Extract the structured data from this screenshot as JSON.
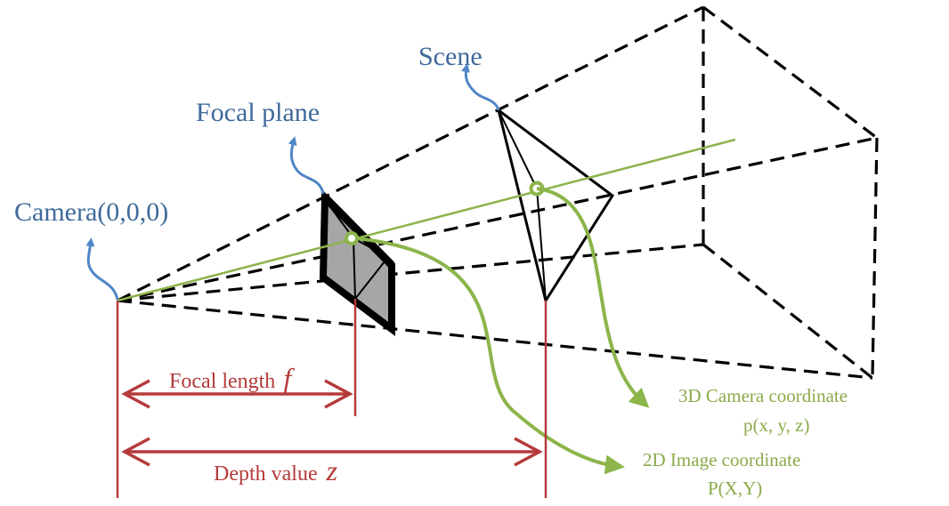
{
  "labels": {
    "camera": "Camera(0,0,0)",
    "focal_plane": "Focal plane",
    "scene": "Scene",
    "focal_length_text": "Focal length",
    "focal_length_symbol": "f",
    "depth_text": "Depth value",
    "depth_symbol": "z",
    "camera_coord_title": "3D Camera coordinate",
    "camera_coord_value": "p(x, y, z)",
    "image_coord_title": "2D Image coordinate",
    "image_coord_value": "P(X,Y)"
  },
  "colors": {
    "label_blue": "#3f6a9a",
    "arrow_blue": "#4f86c6",
    "dimension_red": "#b53a3a",
    "ray_green": "#8cb54b",
    "frustum_black": "#000000",
    "focal_plane_fill": "#a6a6a6"
  }
}
